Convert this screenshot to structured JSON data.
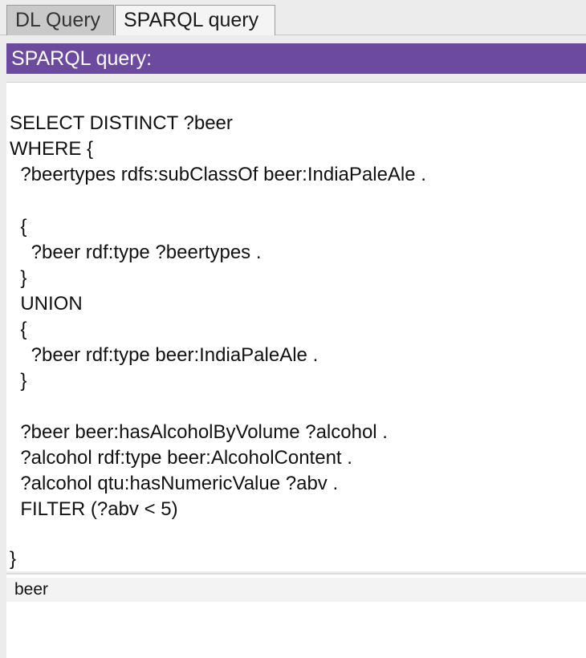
{
  "tabs": [
    {
      "label": "DL Query",
      "active": false
    },
    {
      "label": "SPARQL query",
      "active": true
    }
  ],
  "header": {
    "title": "SPARQL query:",
    "color": "#6b4aa0"
  },
  "editor": {
    "lines": [
      "",
      "SELECT DISTINCT ?beer",
      "WHERE {",
      "  ?beertypes rdfs:subClassOf beer:IndiaPaleAle .",
      "",
      "  {",
      "    ?beer rdf:type ?beertypes .",
      "  }",
      "  UNION",
      "  {",
      "    ?beer rdf:type beer:IndiaPaleAle .",
      "  }",
      "",
      "  ?beer beer:hasAlcoholByVolume ?alcohol .",
      "  ?alcohol rdf:type beer:AlcoholContent .",
      "  ?alcohol qtu:hasNumericValue ?abv .",
      "  FILTER (?abv < 5)",
      "",
      "}"
    ]
  },
  "results": {
    "columns": [
      "beer"
    ]
  }
}
